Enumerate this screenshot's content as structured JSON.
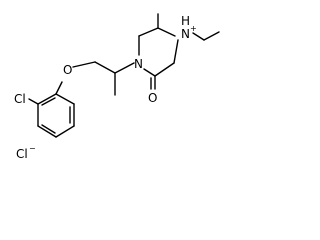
{
  "atoms": {
    "oxygen_ether": "O",
    "chlorine_ring": "Cl",
    "nitrogen_amide": "N",
    "oxygen_carbonyl": "O",
    "nitrogen_ammonium": "N",
    "ammonium_hydrogen": "H",
    "ammonium_charge": "+"
  },
  "counter_ion": {
    "symbol": "Cl",
    "charge": "−"
  }
}
